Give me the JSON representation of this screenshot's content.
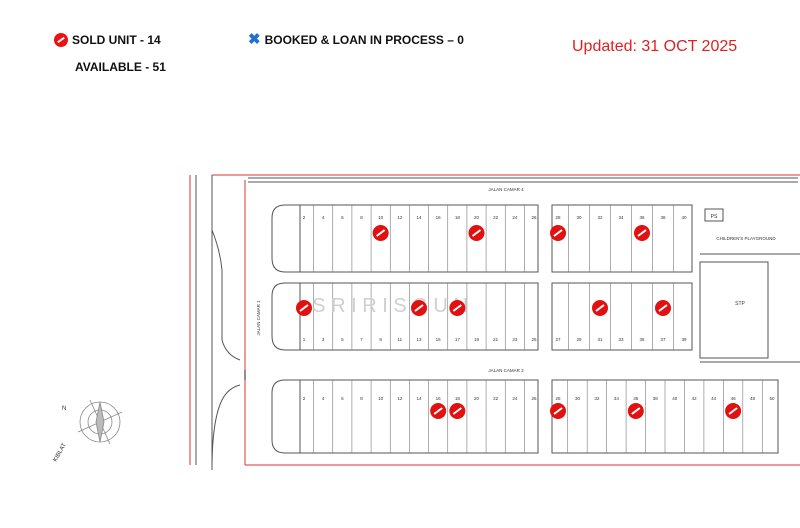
{
  "legend": {
    "sold_label": "SOLD UNIT - 14",
    "booked_label": "BOOKED & LOAN IN PROCESS – 0",
    "available_label": "AVAILABLE - 51"
  },
  "updated": "Updated: 31 OCT 2025",
  "colors": {
    "sold": "#e11111",
    "booked": "#1f6fd6",
    "updated": "#e02020"
  },
  "plan": {
    "road_top": "JALAN CAMAR 4",
    "road_middle": "JALAN CAMAR 2",
    "road_left": "JALAN CAMAR 1",
    "watermark": "S R I   R I S   G U N",
    "playground": "CHILDREN'S PLAYGROUND",
    "stp": "STP",
    "ps": "PS",
    "compass_n": "N",
    "compass_k": "KIBLAT",
    "row1_left": [
      "2",
      "4",
      "6",
      "8",
      "10",
      "12",
      "14",
      "16",
      "18",
      "20",
      "22",
      "24",
      "26"
    ],
    "row1_right": [
      "28",
      "30",
      "32",
      "34",
      "36",
      "38",
      "40"
    ],
    "row2_left": [
      "1",
      "3",
      "5",
      "7",
      "9",
      "11",
      "13",
      "15",
      "17",
      "19",
      "21",
      "23",
      "25"
    ],
    "row2_right": [
      "27",
      "29",
      "31",
      "33",
      "35",
      "37",
      "39"
    ],
    "row3_left": [
      "2",
      "4",
      "6",
      "8",
      "10",
      "12",
      "14",
      "16",
      "18",
      "20",
      "22",
      "24",
      "26"
    ],
    "row3_right": [
      "28",
      "30",
      "32",
      "34",
      "36",
      "38",
      "40",
      "42",
      "44",
      "46",
      "48",
      "50"
    ]
  },
  "sold_markers": [
    {
      "row": "row1",
      "lot": "10"
    },
    {
      "row": "row1",
      "lot": "20"
    },
    {
      "row": "row1",
      "lot": "28"
    },
    {
      "row": "row1",
      "lot": "36"
    },
    {
      "row": "row2",
      "lot": "1"
    },
    {
      "row": "row2",
      "lot": "13"
    },
    {
      "row": "row2",
      "lot": "17"
    },
    {
      "row": "row2",
      "lot": "31"
    },
    {
      "row": "row2",
      "lot": "37"
    },
    {
      "row": "row3",
      "lot": "16"
    },
    {
      "row": "row3",
      "lot": "18"
    },
    {
      "row": "row3",
      "lot": "28"
    },
    {
      "row": "row3",
      "lot": "36"
    },
    {
      "row": "row3",
      "lot": "46"
    }
  ]
}
